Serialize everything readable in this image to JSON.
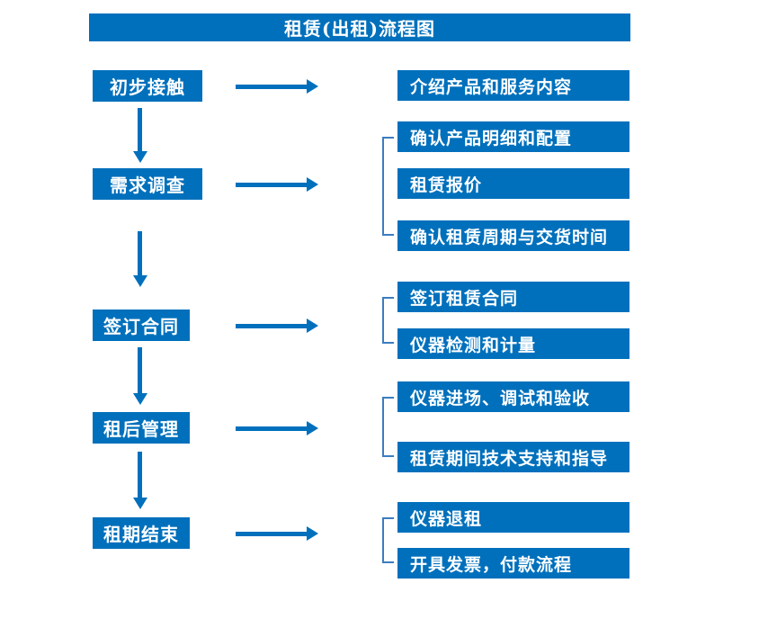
{
  "title": "租赁(出租)流程图",
  "colors": {
    "primary": "#0070bc",
    "bracket": "#3b7dc0",
    "text-on-primary": "#ffffff",
    "background": "#ffffff"
  },
  "flow": {
    "steps": [
      {
        "label": "初步接触",
        "outputs": [
          "介绍产品和服务内容"
        ]
      },
      {
        "label": "需求调查",
        "outputs": [
          "确认产品明细和配置",
          "租赁报价",
          "确认租赁周期与交货时间"
        ]
      },
      {
        "label": "签订合同",
        "outputs": [
          "签订租赁合同",
          "仪器检测和计量"
        ]
      },
      {
        "label": "租后管理",
        "outputs": [
          "仪器进场、调试和验收",
          "租赁期间技术支持和指导"
        ]
      },
      {
        "label": "租期结束",
        "outputs": [
          "仪器退租",
          "开具发票，付款流程"
        ]
      }
    ]
  }
}
